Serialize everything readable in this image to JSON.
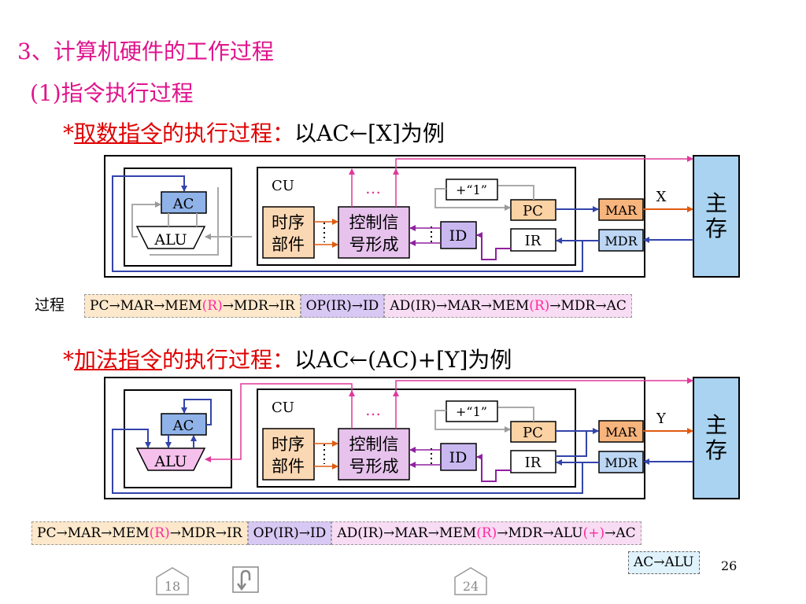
{
  "heading": {
    "line1": "3、计算机硬件的工作过程",
    "line2": "(1)指令执行过程"
  },
  "sections": [
    {
      "prefix": "*",
      "underlined": "取数指令",
      "rest": "的执行过程：",
      "example": "以AC←[X]为例",
      "address_label": "X",
      "process_label": "过程",
      "flow": [
        {
          "kind": "fetch",
          "text": [
            "PC→MAR→MEM",
            "(R)",
            "→MDR→IR"
          ]
        },
        {
          "kind": "decode",
          "text": [
            "OP(IR)→ID"
          ]
        },
        {
          "kind": "exec",
          "text": [
            "AD(IR)→MAR→MEM",
            "(R)",
            "→MDR→AC"
          ]
        }
      ]
    },
    {
      "prefix": "*",
      "underlined": "加法指令",
      "rest": "的执行过程：",
      "example": "以AC←(AC)+[Y]为例",
      "address_label": "Y",
      "process_label": "",
      "flow": [
        {
          "kind": "fetch",
          "text": [
            "PC→MAR→MEM",
            "(R)",
            "→MDR→IR"
          ]
        },
        {
          "kind": "decode",
          "text": [
            "OP(IR)→ID"
          ]
        },
        {
          "kind": "exec",
          "text": [
            "AD(IR)→MAR→MEM",
            "(R)",
            "→MDR→ALU",
            "(+)",
            "→AC"
          ]
        }
      ]
    }
  ],
  "diagram_labels": {
    "cu": "CU",
    "dots": "…",
    "ac": "AC",
    "alu": "ALU",
    "timing_1": "时序",
    "timing_2": "部件",
    "ctrl_1": "控制信",
    "ctrl_2": "号形成",
    "id": "ID",
    "inc": "+“1”",
    "pc": "PC",
    "ir": "IR",
    "mar": "MAR",
    "mdr": "MDR",
    "mem_1": "主",
    "mem_2": "存"
  },
  "note": "AC→ALU",
  "page_number": "26",
  "nav": {
    "prev": "18",
    "next": "24"
  },
  "colors": {
    "title": "#e0138c",
    "ac": "#8fb2e8",
    "pc": "#fbd2a4",
    "mar": "#f7b47c",
    "mdr": "#bcd6f4",
    "mem": "#a9d3f0",
    "ctrl": "#e6c2ec",
    "id": "#c9b8f0",
    "pink_arrow": "#e0389a",
    "blue_arrow": "#3344aa"
  }
}
